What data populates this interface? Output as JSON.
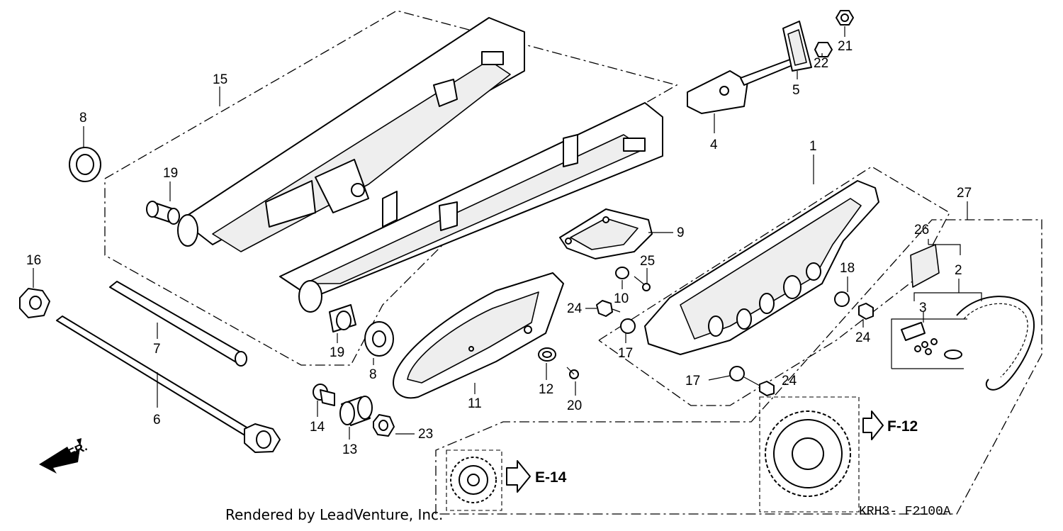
{
  "parts": {
    "p1": "1",
    "p2": "2",
    "p3": "3",
    "p4": "4",
    "p5": "5",
    "p6": "6",
    "p7": "7",
    "p8a": "8",
    "p8b": "8",
    "p9": "9",
    "p10": "10",
    "p11": "11",
    "p12": "12",
    "p13": "13",
    "p14": "14",
    "p15": "15",
    "p16": "16",
    "p17a": "17",
    "p17b": "17",
    "p18": "18",
    "p19a": "19",
    "p19b": "19",
    "p20": "20",
    "p21": "21",
    "p22": "22",
    "p23": "23",
    "p24a": "24",
    "p24b": "24",
    "p24c": "24",
    "p25": "25",
    "p26": "26",
    "p27": "27"
  },
  "references": {
    "e14": "E-14",
    "f12": "F-12"
  },
  "direction_label": "FR.",
  "credit": "Rendered by LeadVenture, Inc.",
  "diagram_code": "KRH3- F2100A"
}
